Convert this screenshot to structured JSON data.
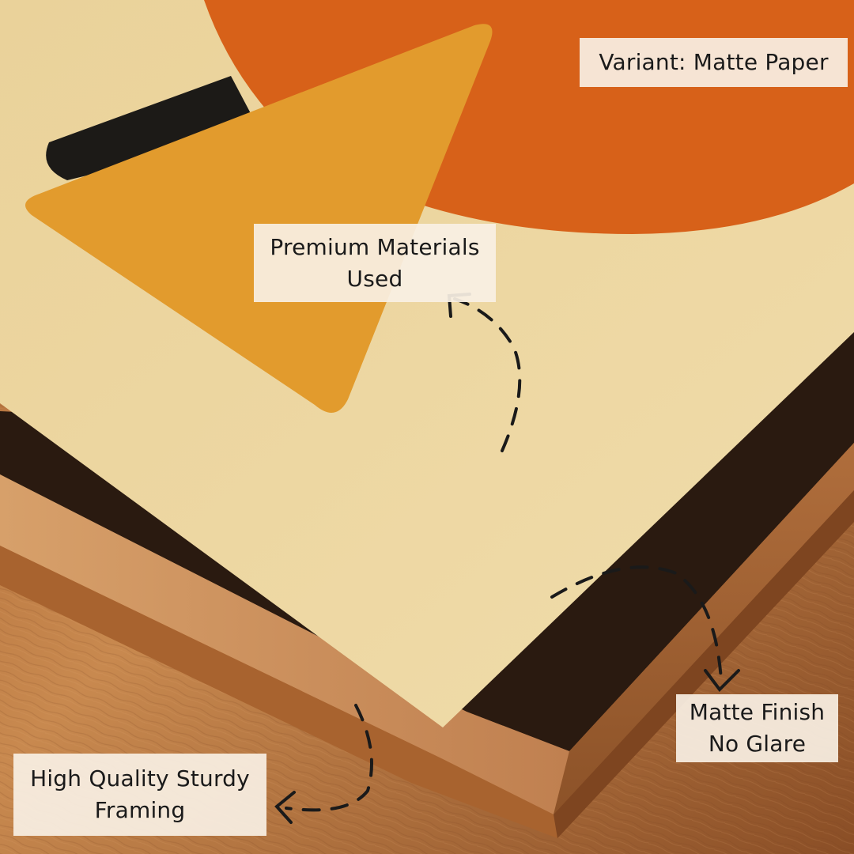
{
  "labels": {
    "variant": "Variant: Matte Paper",
    "premium": {
      "line1": "Premium Materials",
      "line2": "Used"
    },
    "matte": {
      "line1": "Matte Finish",
      "line2": "No Glare"
    },
    "framing": {
      "line1": "High Quality Sturdy",
      "line2": "Framing"
    }
  },
  "colors": {
    "paper": "#ead29a",
    "orange_circle": "#d76119",
    "amber_triangle": "#e29b2d",
    "black_bar": "#1c1a17",
    "wood_light": "#c98a52",
    "wood_dark": "#8a4e26",
    "frame_shadow": "#2a1a10",
    "label_bg": "#f8f0e4",
    "arrow": "#1a1a1a"
  },
  "icons": {
    "premium_arrow": "dashed-curved-arrow-icon",
    "matte_arrow": "dashed-curved-arrow-icon",
    "framing_arrow": "dashed-curved-arrow-icon"
  }
}
